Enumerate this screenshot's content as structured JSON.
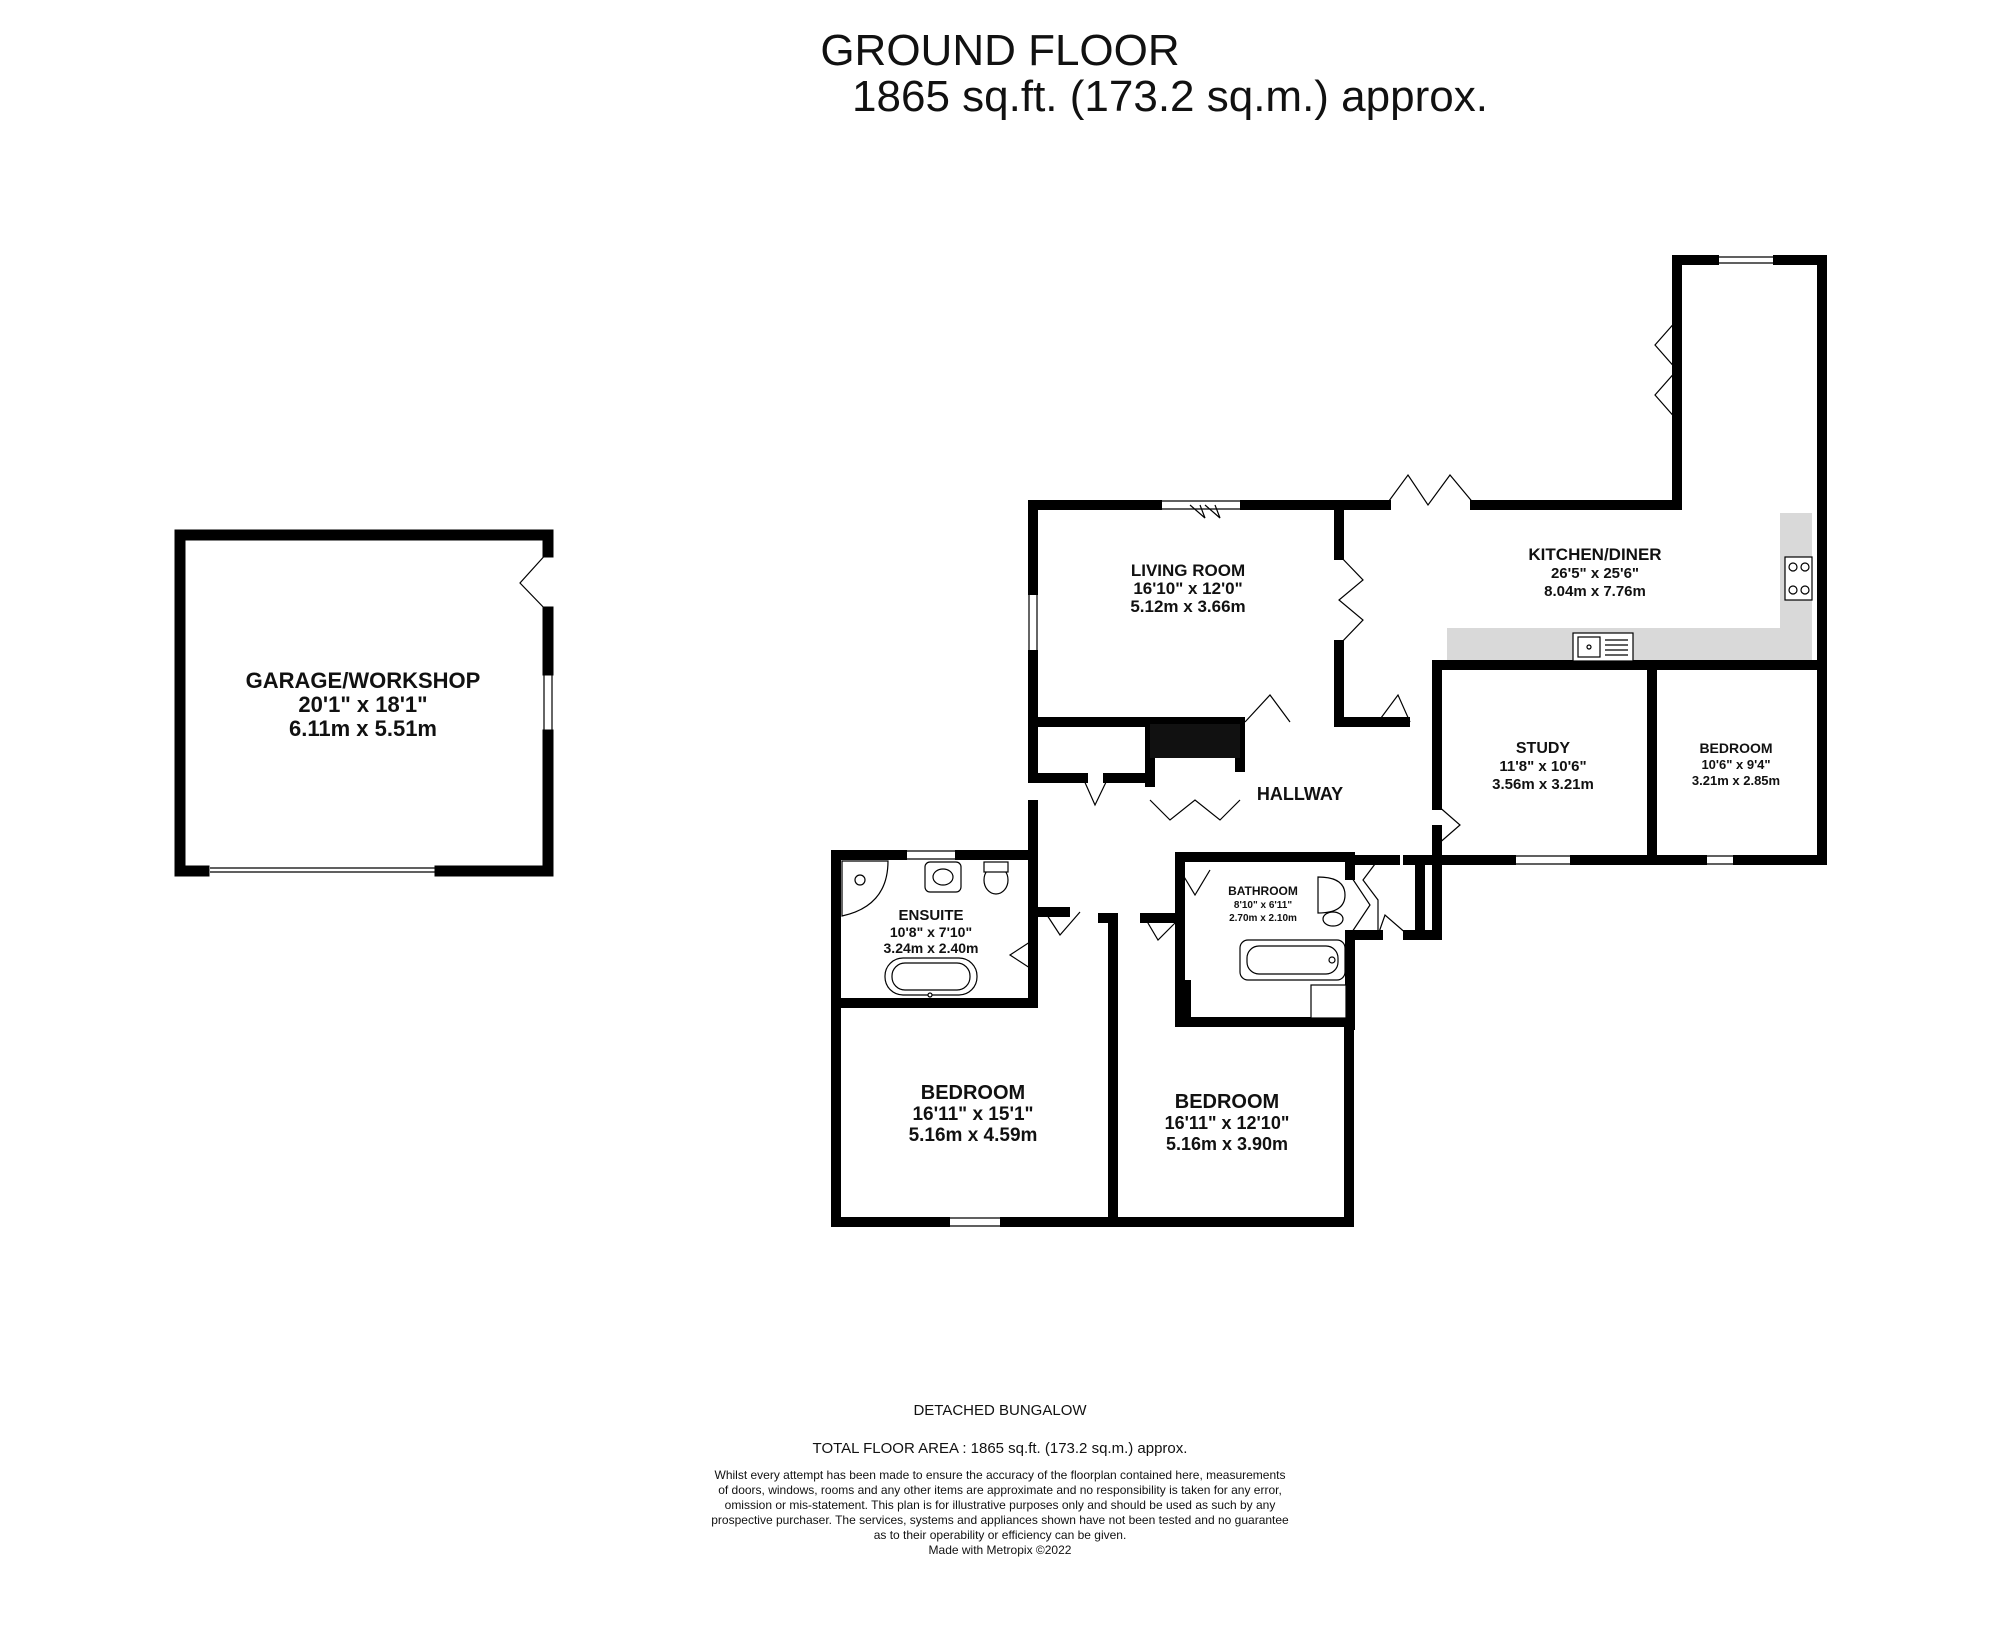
{
  "header": {
    "title": "GROUND FLOOR",
    "area": "1865 sq.ft. (173.2 sq.m.) approx."
  },
  "rooms": {
    "garage": {
      "name": "GARAGE/WORKSHOP",
      "imperial": "20'1\"  x 18'1\"",
      "metric": "6.11m  x 5.51m"
    },
    "living": {
      "name": "LIVING ROOM",
      "imperial": "16'10\"  x 12'0\"",
      "metric": "5.12m  x 3.66m"
    },
    "kitchen": {
      "name": "KITCHEN/DINER",
      "imperial": "26'5\"  x 25'6\"",
      "metric": "8.04m  x 7.76m"
    },
    "study": {
      "name": "STUDY",
      "imperial": "11'8\"  x 10'6\"",
      "metric": "3.56m  x 3.21m"
    },
    "bedroom_small": {
      "name": "BEDROOM",
      "imperial": "10'6\"  x 9'4\"",
      "metric": "3.21m  x 2.85m"
    },
    "hallway": {
      "name": "HALLWAY"
    },
    "bathroom": {
      "name": "BATHROOM",
      "imperial": "8'10\"  x 6'11\"",
      "metric": "2.70m  x 2.10m"
    },
    "ensuite": {
      "name": "ENSUITE",
      "imperial": "10'8\"  x 7'10\"",
      "metric": "3.24m  x 2.40m"
    },
    "bedroom_main": {
      "name": "BEDROOM",
      "imperial": "16'11\"  x 15'1\"",
      "metric": "5.16m  x 4.59m"
    },
    "bedroom_mid": {
      "name": "BEDROOM",
      "imperial": "16'11\"  x 12'10\"",
      "metric": "5.16m  x 3.90m"
    }
  },
  "footer": {
    "property_type": "DETACHED BUNGALOW",
    "total_area": "TOTAL FLOOR AREA : 1865 sq.ft. (173.2 sq.m.) approx.",
    "disclaimer_lines": [
      "Whilst every attempt has been made to ensure the accuracy of the floorplan contained here, measurements",
      "of doors, windows, rooms and any other items are approximate and no responsibility is taken for any error,",
      "omission or mis-statement. This plan is for illustrative purposes only and should be used as such by any",
      "prospective purchaser. The services, systems and appliances shown have not been tested and no guarantee",
      "as to their operability or efficiency can be given."
    ],
    "credit": "Made with Metropix ©2022"
  },
  "colors": {
    "wall": "#000000",
    "fitted_unit": "#d9d9d9",
    "background": "#ffffff"
  }
}
